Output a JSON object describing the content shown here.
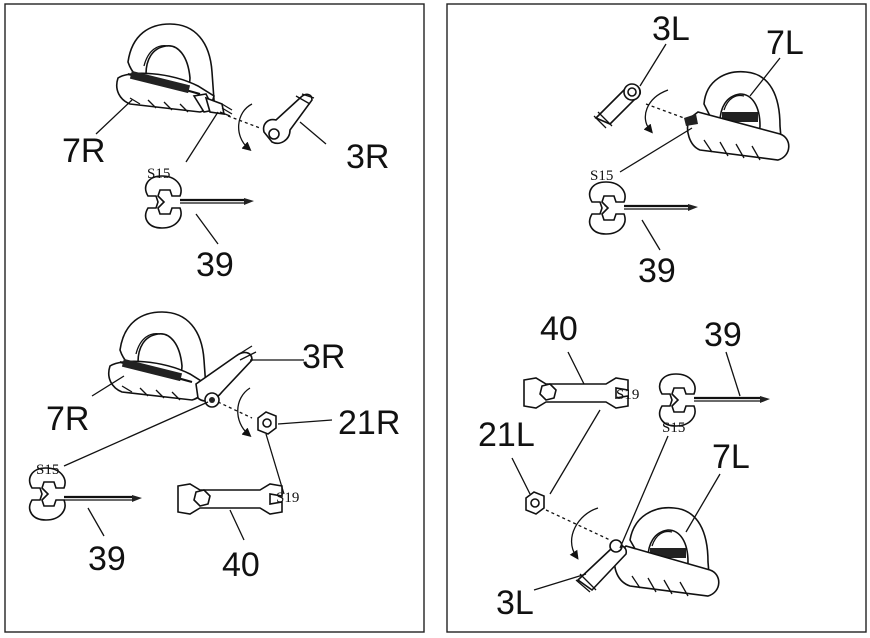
{
  "panels": {
    "top_left": {
      "pedal_label": "7R",
      "crank_label": "3R",
      "thread_label": "S15",
      "tool_label": "39"
    },
    "bottom_left": {
      "pedal_label": "7R",
      "crank_label": "3R",
      "nut_label": "21R",
      "thread_label": "S15",
      "hex_tool_label": "39",
      "wrench_label": "40",
      "wrench_size": "S19"
    },
    "top_right": {
      "crank_label": "3L",
      "pedal_label": "7L",
      "thread_label": "S15",
      "tool_label": "39"
    },
    "bottom_right": {
      "wrench_label": "40",
      "hex_tool_label": "39",
      "wrench_size": "S19",
      "thread_label": "S15",
      "nut_label": "21L",
      "pedal_label": "7L",
      "crank_label": "3L"
    }
  }
}
